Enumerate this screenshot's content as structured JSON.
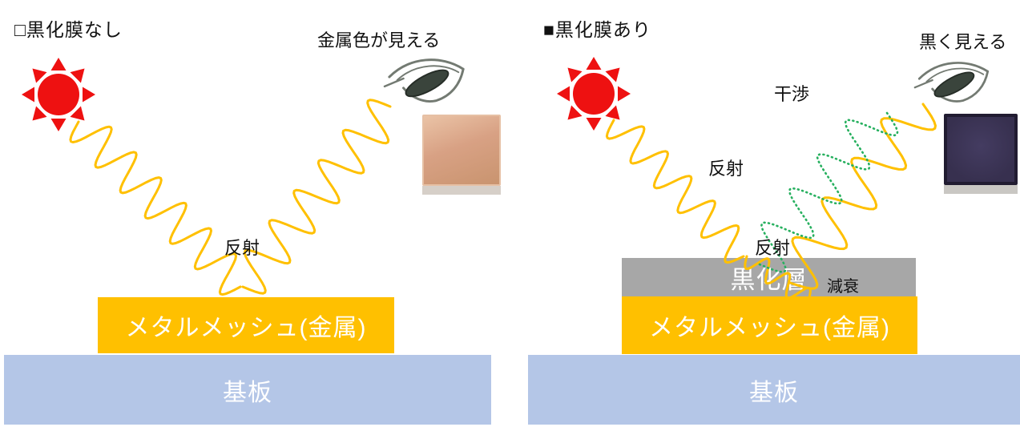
{
  "left": {
    "title": "□黒化膜なし",
    "eye_caption": "金属色が見える",
    "reflection_label": "反射",
    "metal_label": "メタルメッシュ(金属)",
    "substrate_label": "基板"
  },
  "right": {
    "title": "■黒化膜あり",
    "eye_caption": "黒く見える",
    "interference_label": "干渉",
    "reflection_label": "反射",
    "surface_reflection_label": "反射",
    "blackening_label": "黒化層",
    "attenuation_label": "減衰",
    "metal_label": "メタルメッシュ(金属)",
    "substrate_label": "基板"
  },
  "icons": {
    "sun": "sun-icon",
    "eye": "eye-icon"
  },
  "colors": {
    "sun": "#ee1111",
    "wave": "#ffc000",
    "metal_layer": "#ffc000",
    "substrate_layer": "#b4c6e7",
    "blackening_layer": "#a7a7a7",
    "interference_wave": "#27b05f",
    "sample_metallic": "#d8a184",
    "sample_black": "#37304f"
  }
}
